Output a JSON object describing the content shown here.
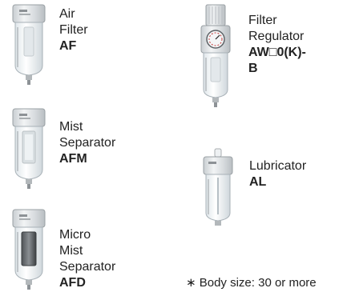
{
  "products": [
    {
      "name_lines": [
        "Air Filter"
      ],
      "code": "AF",
      "icon": "air-filter-icon"
    },
    {
      "name_lines": [
        "Filter",
        "Regulator"
      ],
      "code": "AW□0(K)-B",
      "icon": "filter-regulator-icon"
    },
    {
      "name_lines": [
        "Mist Separator"
      ],
      "code": "AFM",
      "icon": "mist-separator-icon"
    },
    {
      "name_lines": [
        "Lubricator"
      ],
      "code": "AL",
      "icon": "lubricator-icon"
    },
    {
      "name_lines": [
        "Micro Mist Separator"
      ],
      "code": "AFD",
      "icon": "micro-mist-separator-icon"
    }
  ],
  "note": "∗ Body size: 30 or more",
  "colors": {
    "text": "#222222",
    "body": "#d9dde0",
    "bowl": "#eef3f6"
  }
}
